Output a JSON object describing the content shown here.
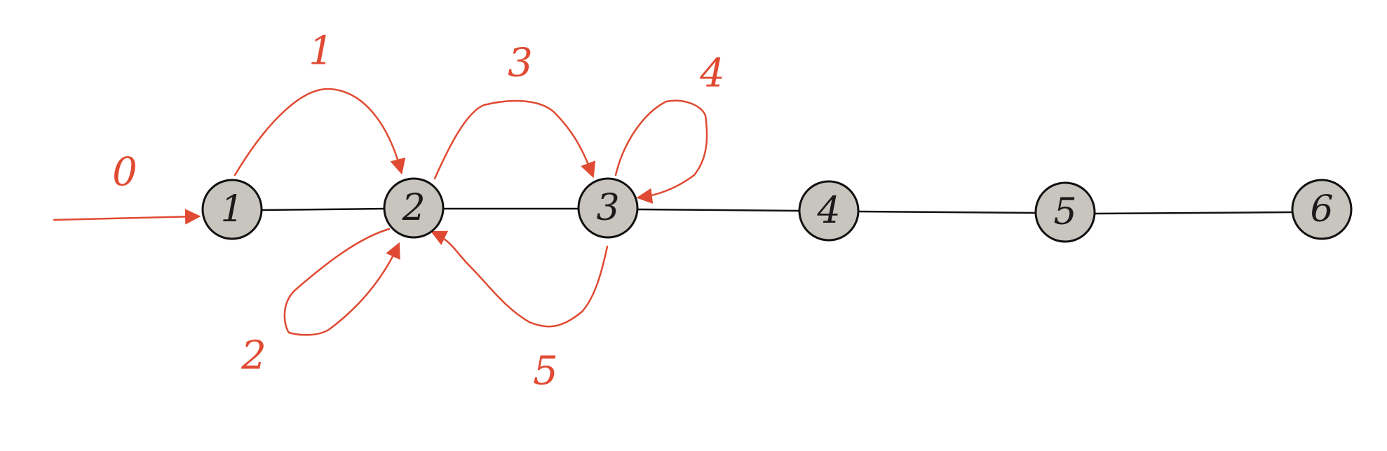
{
  "diagram": {
    "nodes": [
      {
        "id": "n1",
        "label": "1"
      },
      {
        "id": "n2",
        "label": "2"
      },
      {
        "id": "n3",
        "label": "3"
      },
      {
        "id": "n4",
        "label": "4"
      },
      {
        "id": "n5",
        "label": "5"
      },
      {
        "id": "n6",
        "label": "6"
      }
    ],
    "edges": [
      {
        "from": "n1",
        "to": "n2"
      },
      {
        "from": "n2",
        "to": "n3"
      },
      {
        "from": "n3",
        "to": "n4"
      },
      {
        "from": "n4",
        "to": "n5"
      },
      {
        "from": "n5",
        "to": "n6"
      }
    ],
    "steps": [
      {
        "label": "0",
        "from": "start",
        "to": "n1"
      },
      {
        "label": "1",
        "from": "n1",
        "to": "n2"
      },
      {
        "label": "2",
        "from": "n2",
        "to": "n2"
      },
      {
        "label": "3",
        "from": "n2",
        "to": "n3"
      },
      {
        "label": "4",
        "from": "n3",
        "to": "n3"
      },
      {
        "label": "5",
        "from": "n3",
        "to": "n2"
      }
    ],
    "colors": {
      "node_fill": "#c8c5be",
      "node_stroke": "#111111",
      "edge": "#111111",
      "step_arrow": "#e04a32"
    }
  }
}
